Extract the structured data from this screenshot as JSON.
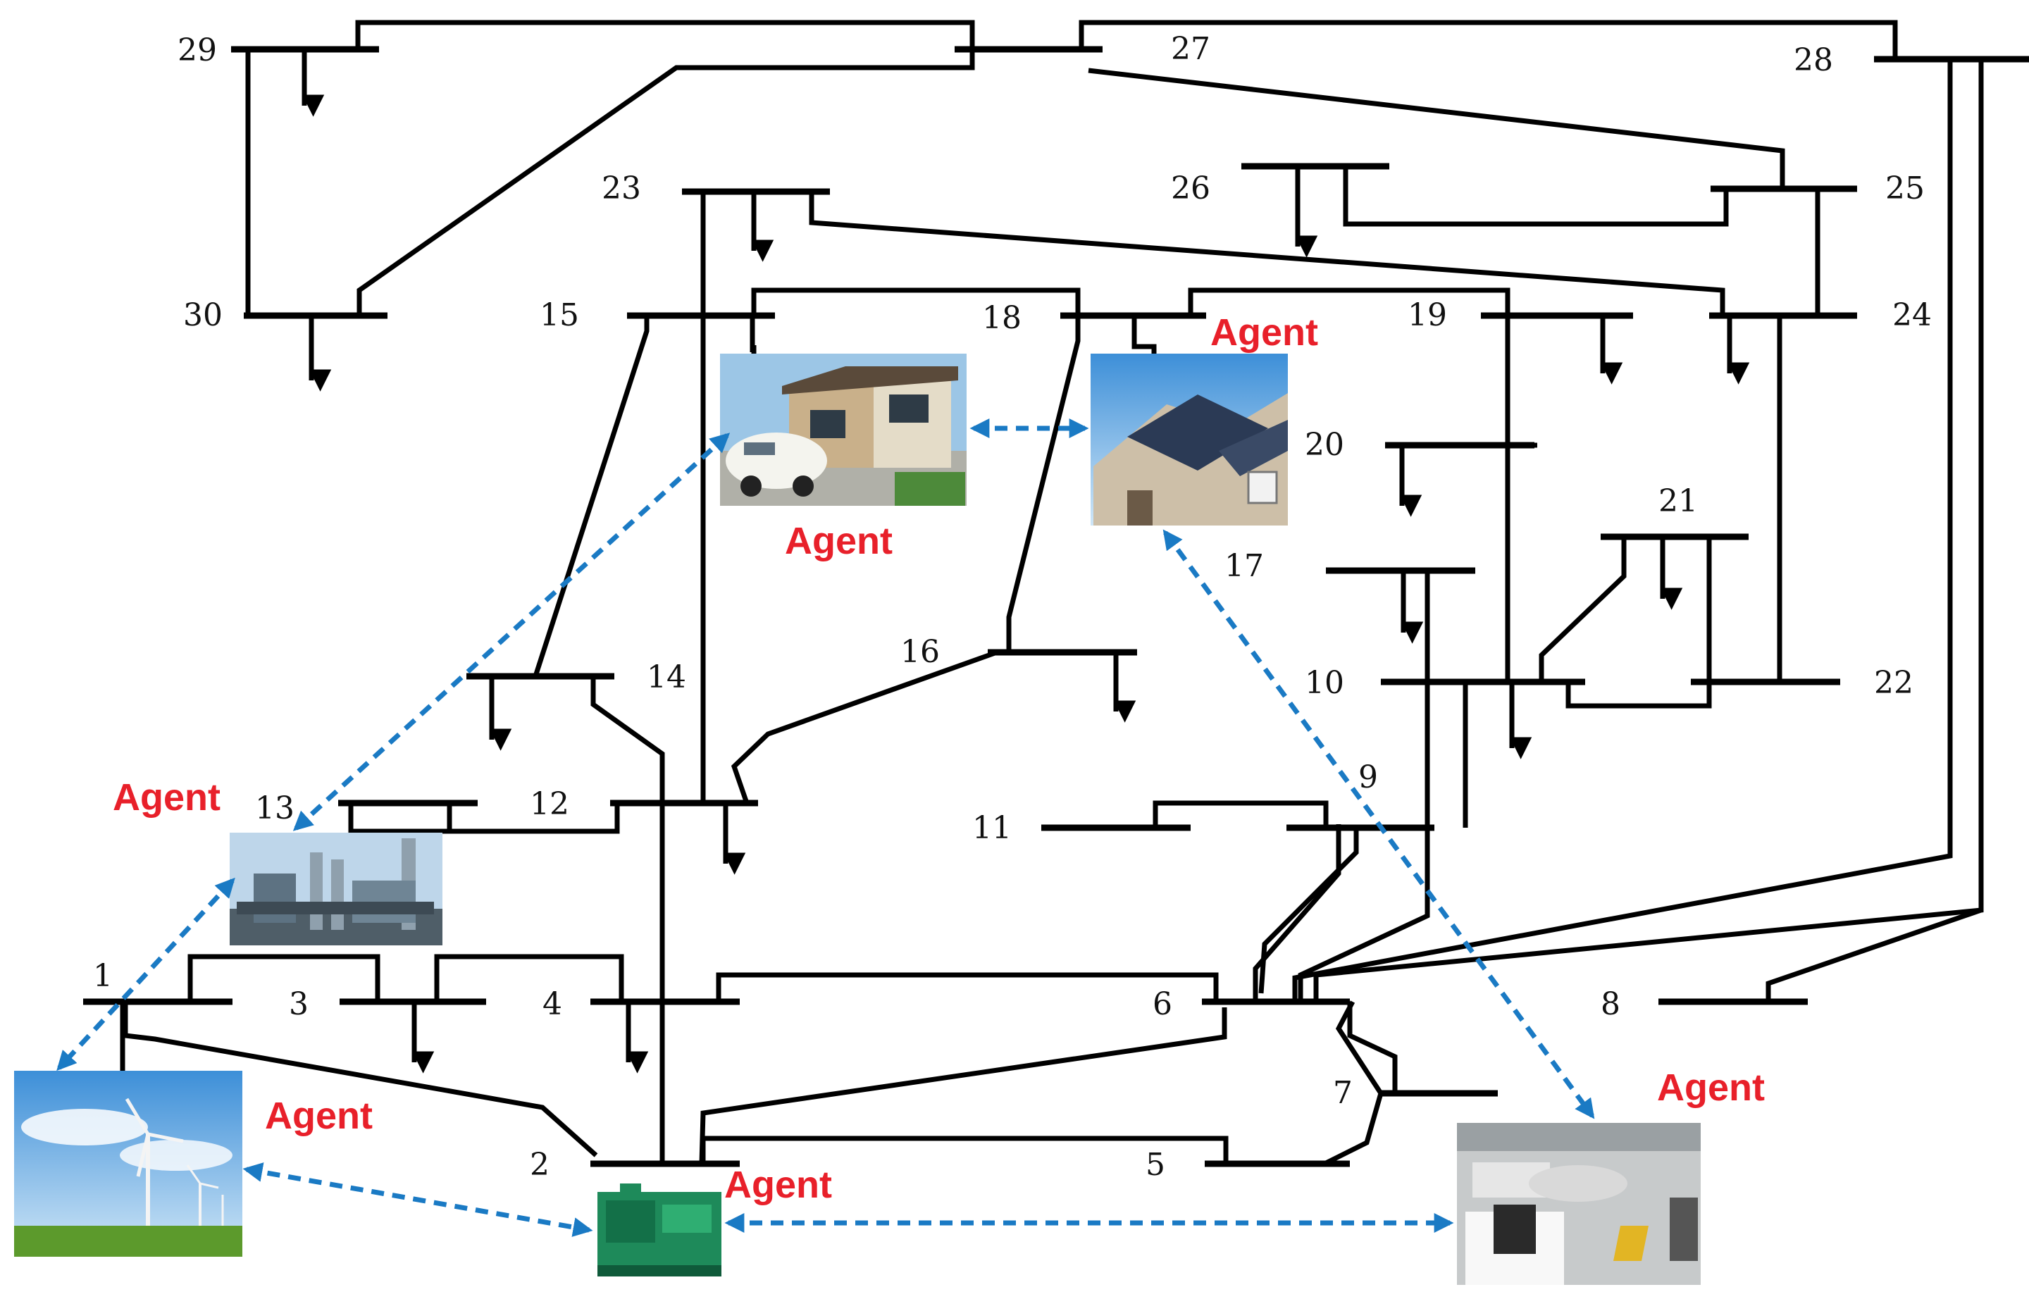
{
  "bus_labels": {
    "b1": "1",
    "b2": "2",
    "b3": "3",
    "b4": "4",
    "b5": "5",
    "b6": "6",
    "b7": "7",
    "b8": "8",
    "b9": "9",
    "b10": "10",
    "b11": "11",
    "b12": "12",
    "b13": "13",
    "b14": "14",
    "b15": "15",
    "b16": "16",
    "b17": "17",
    "b18": "18",
    "b19": "19",
    "b20": "20",
    "b21": "21",
    "b22": "22",
    "b23": "23",
    "b24": "24",
    "b25": "25",
    "b26": "26",
    "b27": "27",
    "b28": "28",
    "b29": "29",
    "b30": "30"
  },
  "agents": {
    "ev_home": "Agent",
    "solar_home": "Agent",
    "power_plant": "Agent",
    "wind_farm": "Agent",
    "generator": "Agent",
    "ev_charger": "Agent"
  },
  "colors": {
    "line": "#000000",
    "agent_text": "#e8202a",
    "communication_link": "#1a7ac4"
  },
  "icons": {
    "ev_home": "house-with-electric-car-photo",
    "solar_home": "house-with-solar-panels-photo",
    "power_plant": "power-plant-photo",
    "wind_farm": "wind-turbines-photo",
    "generator": "diesel-generator-photo",
    "ev_charger": "ev-charging-station-photo"
  }
}
